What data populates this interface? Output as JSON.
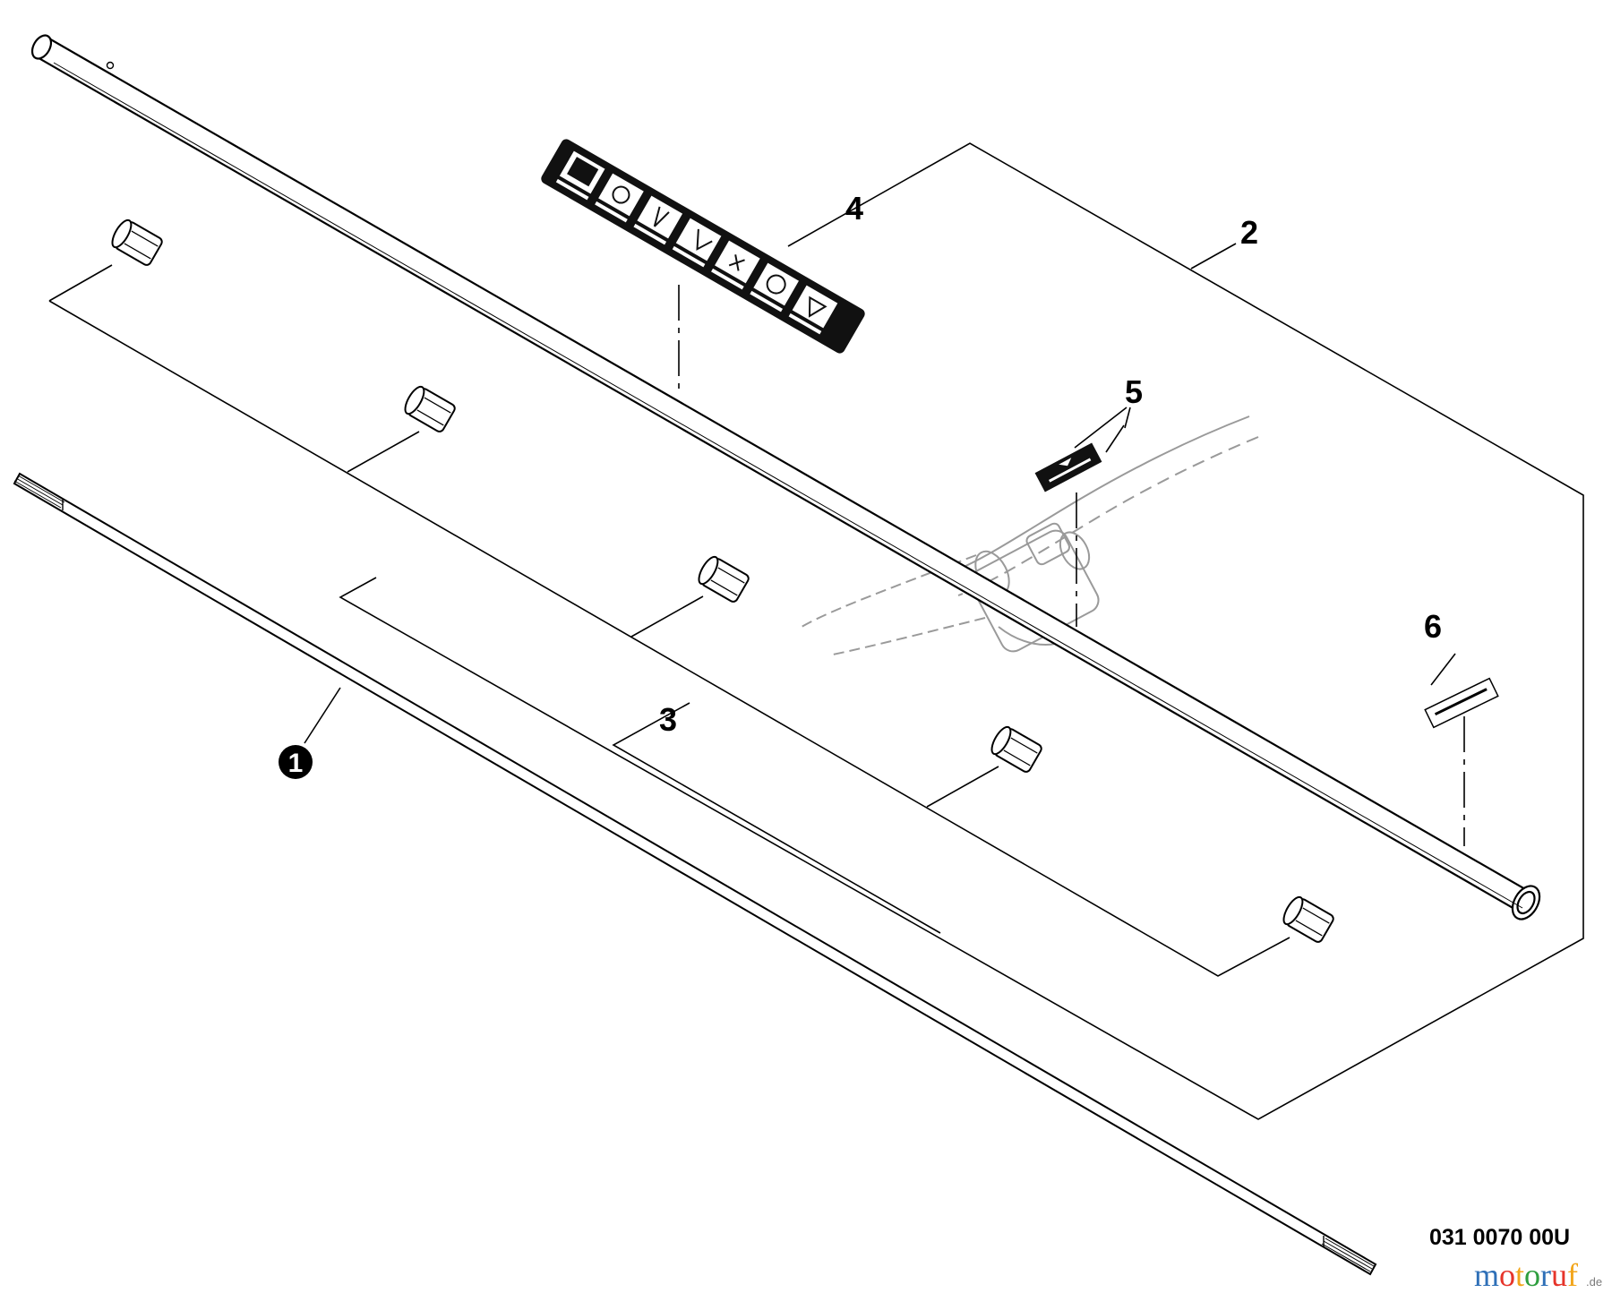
{
  "callouts": [
    {
      "id": "1",
      "label": "1",
      "style": "filled-circle"
    },
    {
      "id": "2",
      "label": "2"
    },
    {
      "id": "3",
      "label": "3"
    },
    {
      "id": "4",
      "label": "4"
    },
    {
      "id": "5",
      "label": "5"
    },
    {
      "id": "6",
      "label": "6"
    }
  ],
  "part_code": "031 0070 00U",
  "watermark": {
    "letters": [
      "m",
      "o",
      "t",
      "o",
      "r",
      "u",
      "f"
    ],
    "letter_colors": [
      "#2e6fb7",
      "#e6342a",
      "#f2a51a",
      "#2e9e3e",
      "#2e6fb7",
      "#e6342a",
      "#f2a51a"
    ],
    "suffix": ".de"
  },
  "colors": {
    "line": "#000000",
    "ghost": "#9a9a9a",
    "background": "#ffffff"
  },
  "icons": [
    "drive-shaft",
    "outer-tube",
    "shaft-bushing",
    "safety-decal",
    "warning-decal",
    "instruction-label",
    "handle-clamp"
  ]
}
